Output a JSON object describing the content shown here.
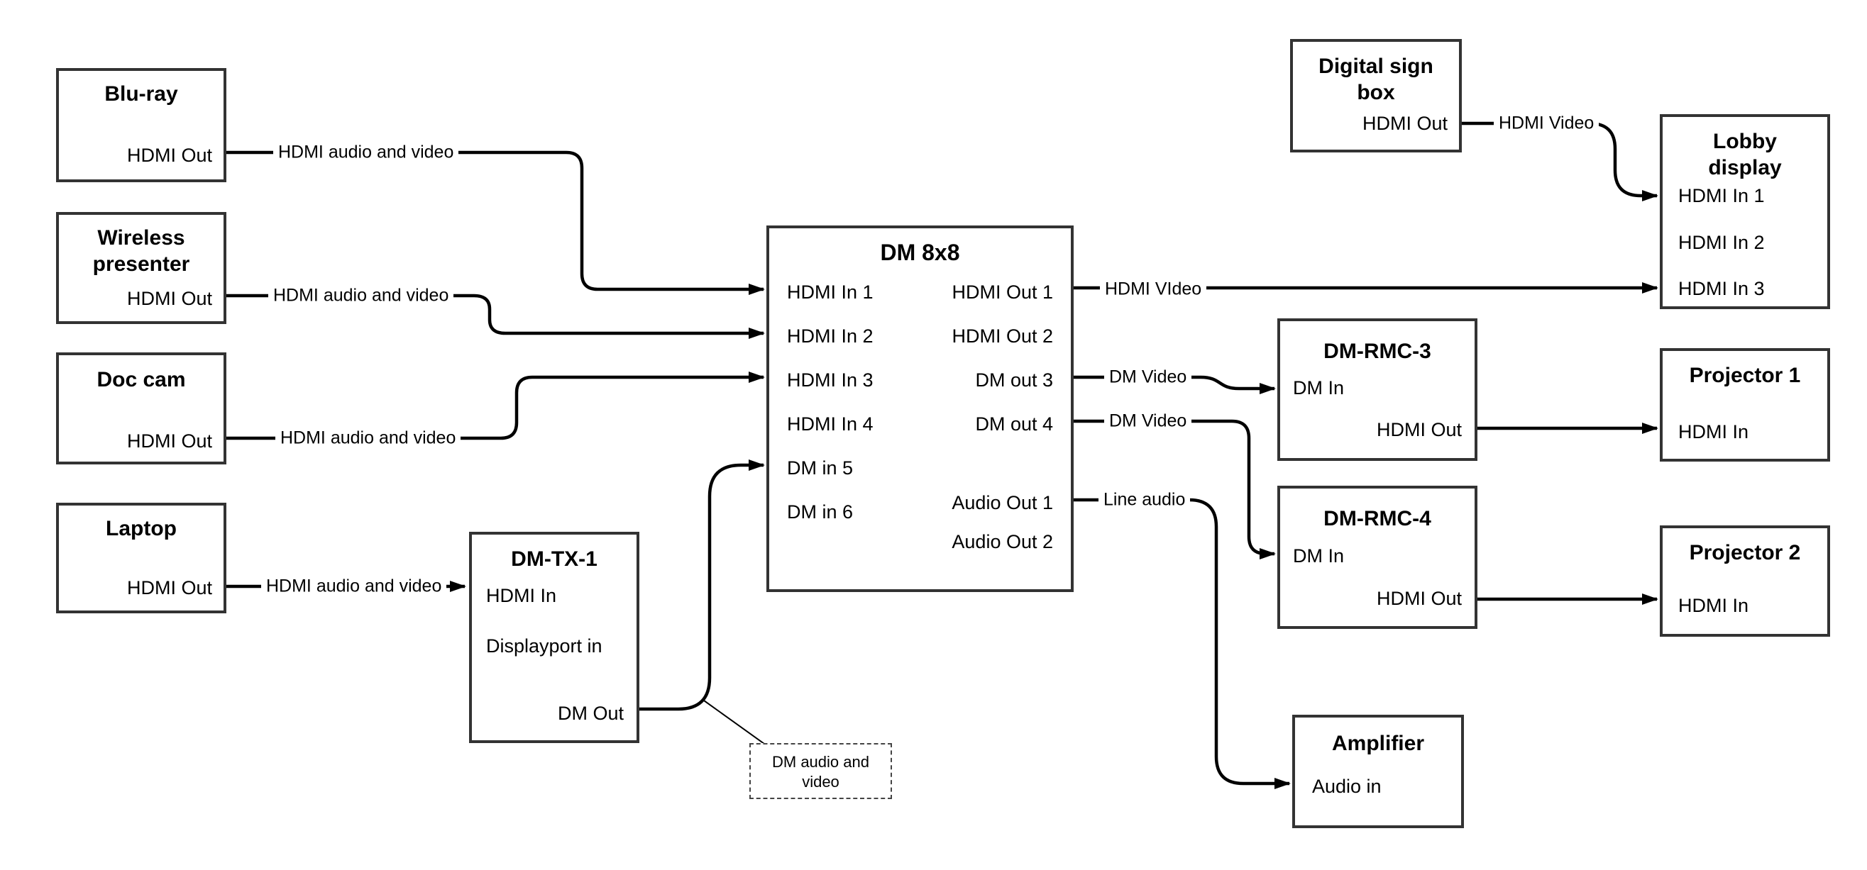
{
  "colors": {
    "background": "#ffffff",
    "box_border": "#333333",
    "wire": "#000000",
    "text": "#000000"
  },
  "boxes": {
    "bluray": {
      "title": "Blu-ray",
      "ports": [
        "HDMI Out"
      ]
    },
    "wireless_presenter": {
      "title": "Wireless presenter",
      "ports": [
        "HDMI Out"
      ]
    },
    "doc_cam": {
      "title": "Doc cam",
      "ports": [
        "HDMI Out"
      ]
    },
    "laptop": {
      "title": "Laptop",
      "ports": [
        "HDMI Out"
      ]
    },
    "dm_tx_1": {
      "title": "DM-TX-1",
      "ports": [
        "HDMI In",
        "Displayport in",
        "DM Out"
      ]
    },
    "dm_8x8": {
      "title": "DM 8x8",
      "inputs": [
        "HDMI In 1",
        "HDMI In 2",
        "HDMI In 3",
        "HDMI In 4",
        "DM in 5",
        "DM in 6"
      ],
      "outputs": [
        "HDMI Out 1",
        "HDMI Out 2",
        "DM out 3",
        "DM out 4",
        "Audio Out 1",
        "Audio Out 2"
      ]
    },
    "digital_sign_box": {
      "title": "Digital sign box",
      "ports": [
        "HDMI Out"
      ]
    },
    "lobby_display": {
      "title": "Lobby display",
      "ports": [
        "HDMI In 1",
        "HDMI In 2",
        "HDMI In 3"
      ]
    },
    "dm_rmc_3": {
      "title": "DM-RMC-3",
      "ports": [
        "DM In",
        "HDMI Out"
      ]
    },
    "projector_1": {
      "title": "Projector 1",
      "ports": [
        "HDMI In"
      ]
    },
    "dm_rmc_4": {
      "title": "DM-RMC-4",
      "ports": [
        "DM In",
        "HDMI Out"
      ]
    },
    "projector_2": {
      "title": "Projector 2",
      "ports": [
        "HDMI In"
      ]
    },
    "amplifier": {
      "title": "Amplifier",
      "ports": [
        "Audio in"
      ]
    }
  },
  "wire_labels": {
    "bluray_to_dm8x8": "HDMI audio and video",
    "wireless_to_dm8x8": "HDMI audio and video",
    "doccam_to_dm8x8": "HDMI audio and video",
    "laptop_to_dmtx1": "HDMI audio and video",
    "dm8x8_to_lobby": "HDMI VIdeo",
    "signbox_to_lobby": "HDMI Video",
    "dm8x8_to_rmc3": "DM Video",
    "dm8x8_to_rmc4": "DM Video",
    "dm8x8_to_amplifier": "Line audio"
  },
  "note": {
    "text": "DM audio and video"
  }
}
